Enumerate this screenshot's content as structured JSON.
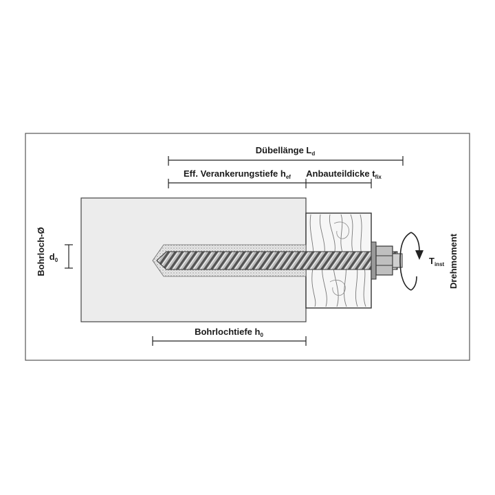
{
  "labels": {
    "duebellaenge": {
      "text": "Dübellänge ",
      "sym": "L",
      "sub": "d"
    },
    "verankerung": {
      "text": "Eff. Verankerungstiefe ",
      "sym": "h",
      "sub": "ef"
    },
    "anbauteil": {
      "text": "Anbauteildicke ",
      "sym": "t",
      "sub": "fix"
    },
    "bohrlochtiefe": {
      "text": "Bohrlochtiefe ",
      "sym": "h",
      "sub": "0"
    },
    "bohrloch_d": {
      "text": "Bohrloch-Ø"
    },
    "d0": {
      "sym": "d",
      "sub": "0"
    },
    "tinst": {
      "sym": "T",
      "sub": "inst"
    },
    "drehmoment": {
      "text": "Drehmoment"
    }
  },
  "colors": {
    "concrete": "#ececec",
    "outline": "#333333",
    "wood": "#f4f4f4",
    "mortar": "#d9d9d9",
    "text": "#1a1a1a"
  }
}
